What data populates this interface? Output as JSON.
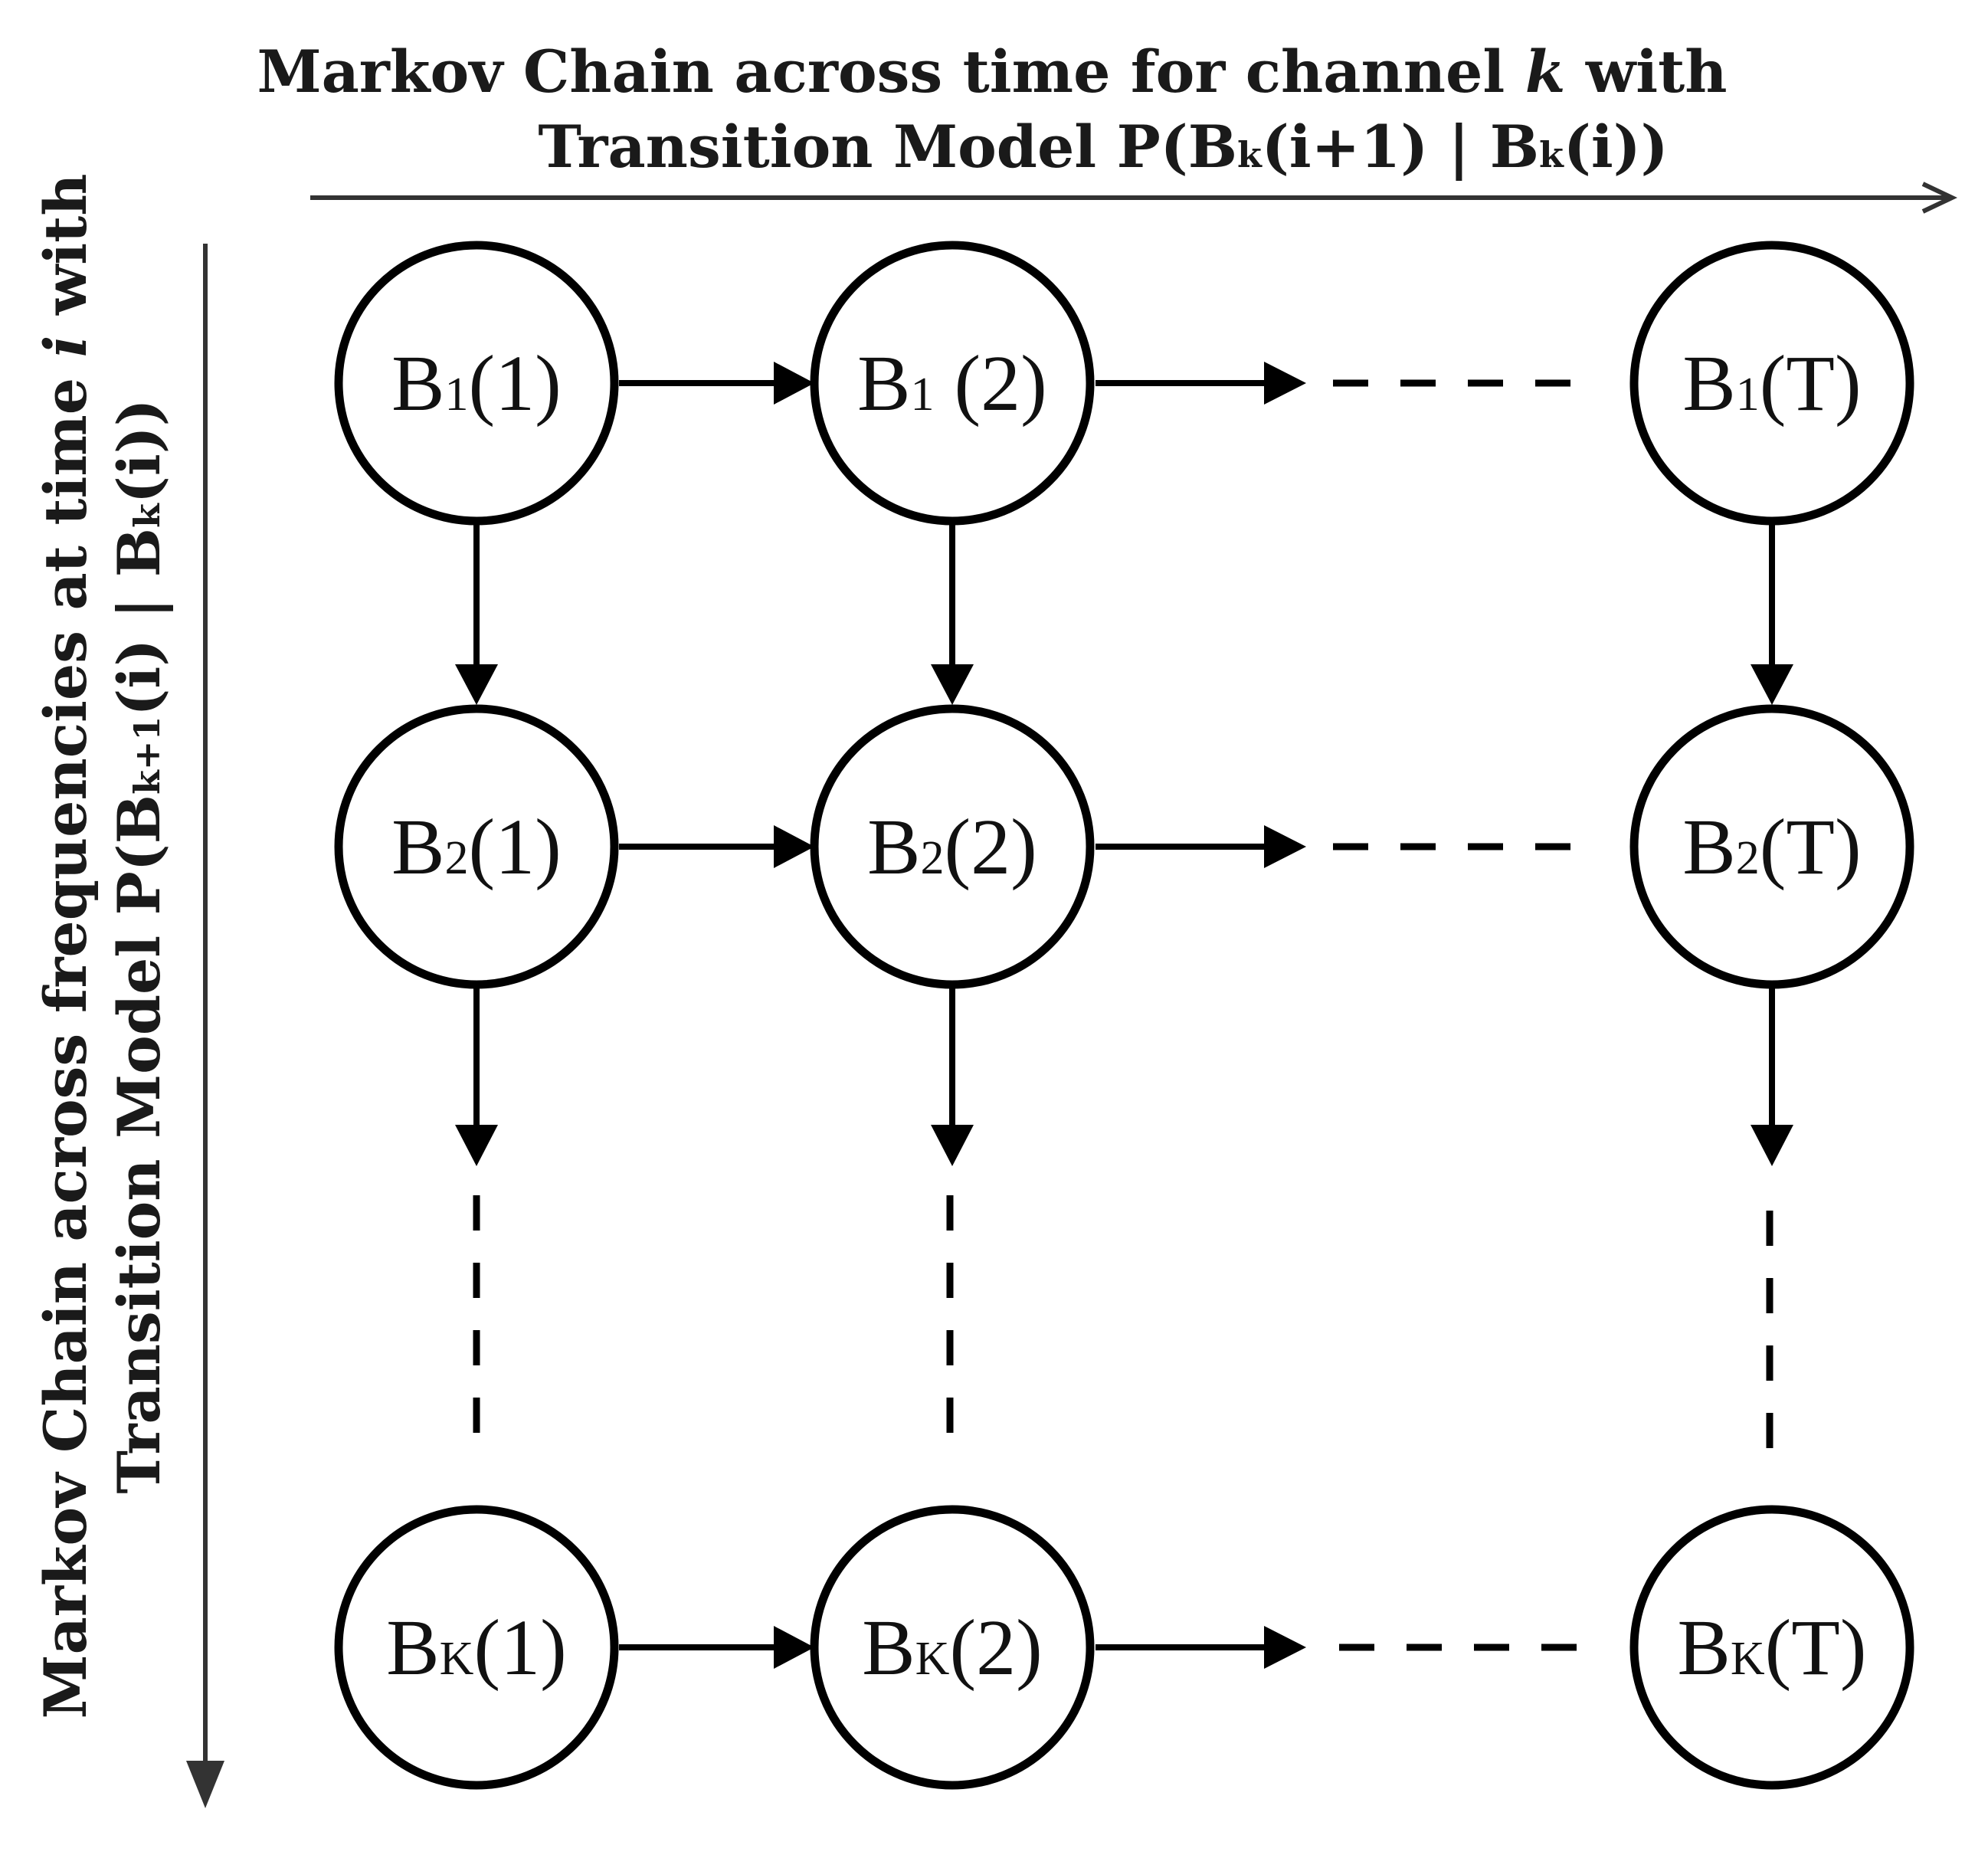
{
  "title_top": {
    "line1_a": "Markov Chain across time for channel ",
    "line1_var": "k",
    "line1_b": " with",
    "line2_a": "Transition Model P(B",
    "line2_sub1": "k",
    "line2_b": "(i+1) | B",
    "line2_sub2": "k",
    "line2_c": "(i))"
  },
  "title_left": {
    "line1_a": "Markov Chain across frequencies at time ",
    "line1_var": "i",
    "line1_b": " with",
    "line2_a": "Transition Model P(B",
    "line2_sub1": "k+1",
    "line2_b": "(i) | B",
    "line2_sub2": "k",
    "line2_c": "(i))"
  },
  "nodes": {
    "r1c1": {
      "base": "B",
      "sub": "1",
      "arg": "(1)"
    },
    "r1c2": {
      "base": "B",
      "sub": "1",
      "arg": " (2)"
    },
    "r1c3": {
      "base": "B",
      "sub": "1",
      "arg": "(T)"
    },
    "r2c1": {
      "base": "B",
      "sub": "2",
      "arg": "(1)"
    },
    "r2c2": {
      "base": "B",
      "sub": "2",
      "arg": "(2)"
    },
    "r2c3": {
      "base": "B",
      "sub": "2",
      "arg": "(T)"
    },
    "r3c1": {
      "base": "B",
      "sub": "K",
      "arg": "(1)"
    },
    "r3c2": {
      "base": "B",
      "sub": "K",
      "arg": "(2)"
    },
    "r3c3": {
      "base": "B",
      "sub": "K",
      "arg": "(T)"
    }
  },
  "colors": {
    "stroke": "#000000",
    "axis": "#333333",
    "text": "#111111",
    "background": "#ffffff"
  }
}
